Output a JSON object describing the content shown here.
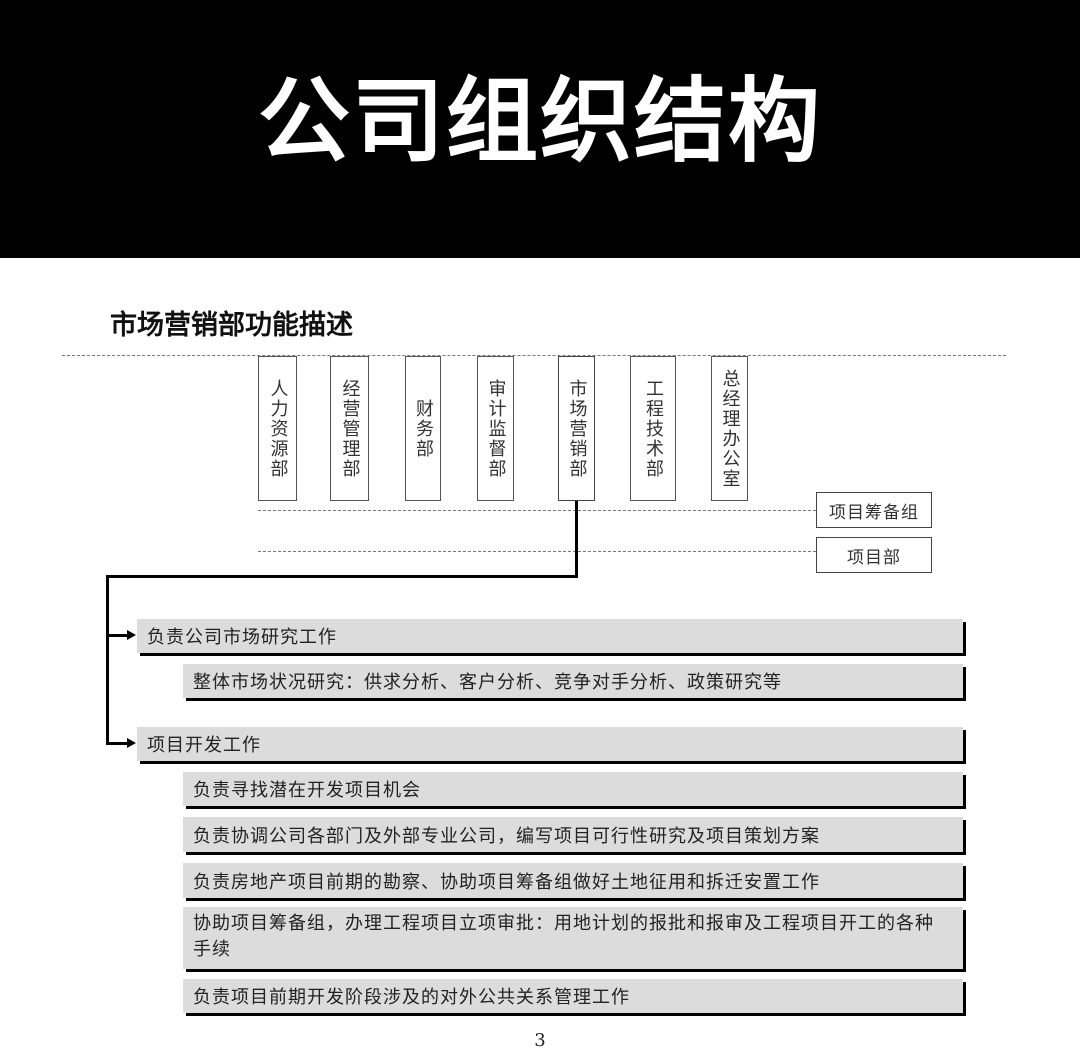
{
  "banner": {
    "title": "公司组织结构",
    "bg_color": "#000000",
    "text_color": "#ffffff"
  },
  "section": {
    "title": "市场营销部功能描述"
  },
  "departments": [
    {
      "name": "人力资源部"
    },
    {
      "name": "经营管理部"
    },
    {
      "name": "财务部"
    },
    {
      "name": "审计监督部"
    },
    {
      "name": "市场营销部",
      "highlighted": true
    },
    {
      "name": "工程技术部"
    },
    {
      "name": "总经理办公室"
    }
  ],
  "side_units": [
    {
      "name": "项目筹备组"
    },
    {
      "name": "项目部"
    }
  ],
  "functions": [
    {
      "label": "负责公司市场研究工作",
      "sub_items": [
        {
          "label": "整体市场状况研究：供求分析、客户分析、竞争对手分析、政策研究等"
        }
      ]
    },
    {
      "label": "项目开发工作",
      "sub_items": [
        {
          "label": "负责寻找潜在开发项目机会"
        },
        {
          "label": "负责协调公司各部门及外部专业公司，编写项目可行性研究及项目策划方案"
        },
        {
          "label": "负责房地产项目前期的勘察、协助项目筹备组做好土地征用和拆迁安置工作"
        },
        {
          "label": "协助项目筹备组，办理工程项目立项审批：用地计划的报批和报审及工程项目开工的各种手续"
        },
        {
          "label": "负责项目前期开发阶段涉及的对外公共关系管理工作"
        }
      ]
    }
  ],
  "colors": {
    "bar_fill": "#dcdcdc",
    "bar_shadow": "#000000",
    "dash": "#777777"
  },
  "page_number": "3"
}
